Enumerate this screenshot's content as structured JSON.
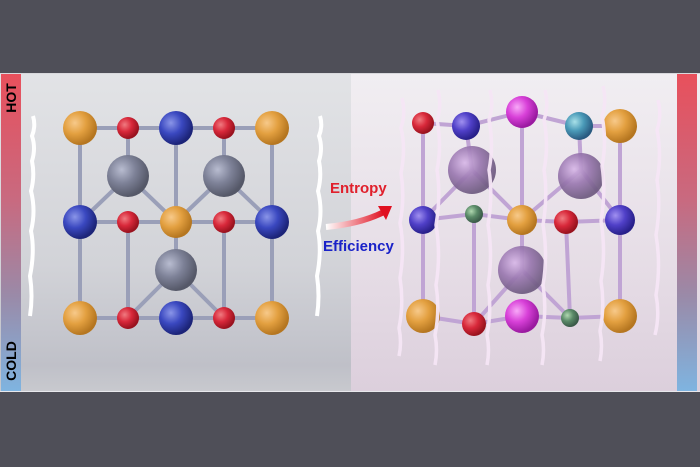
{
  "labels": {
    "hot": "HOT",
    "cold": "COLD"
  },
  "annotations": {
    "entropy": "Entropy",
    "efficiency": "Efficiency"
  },
  "colors": {
    "background": "#4f4f58",
    "entropy": "#e0202c",
    "efficiency": "#1a22c8",
    "hot": "#e8505c",
    "cold": "#7fb4e0"
  },
  "panels": {
    "left": {
      "description": "Ordered crystal lattice, cold state",
      "atoms": [
        "orange",
        "red",
        "blue",
        "grey"
      ]
    },
    "right": {
      "description": "Disordered high-entropy lattice, hot state",
      "atoms": [
        "orange",
        "red",
        "blue",
        "grey-purple",
        "magenta",
        "teal",
        "green"
      ]
    }
  }
}
